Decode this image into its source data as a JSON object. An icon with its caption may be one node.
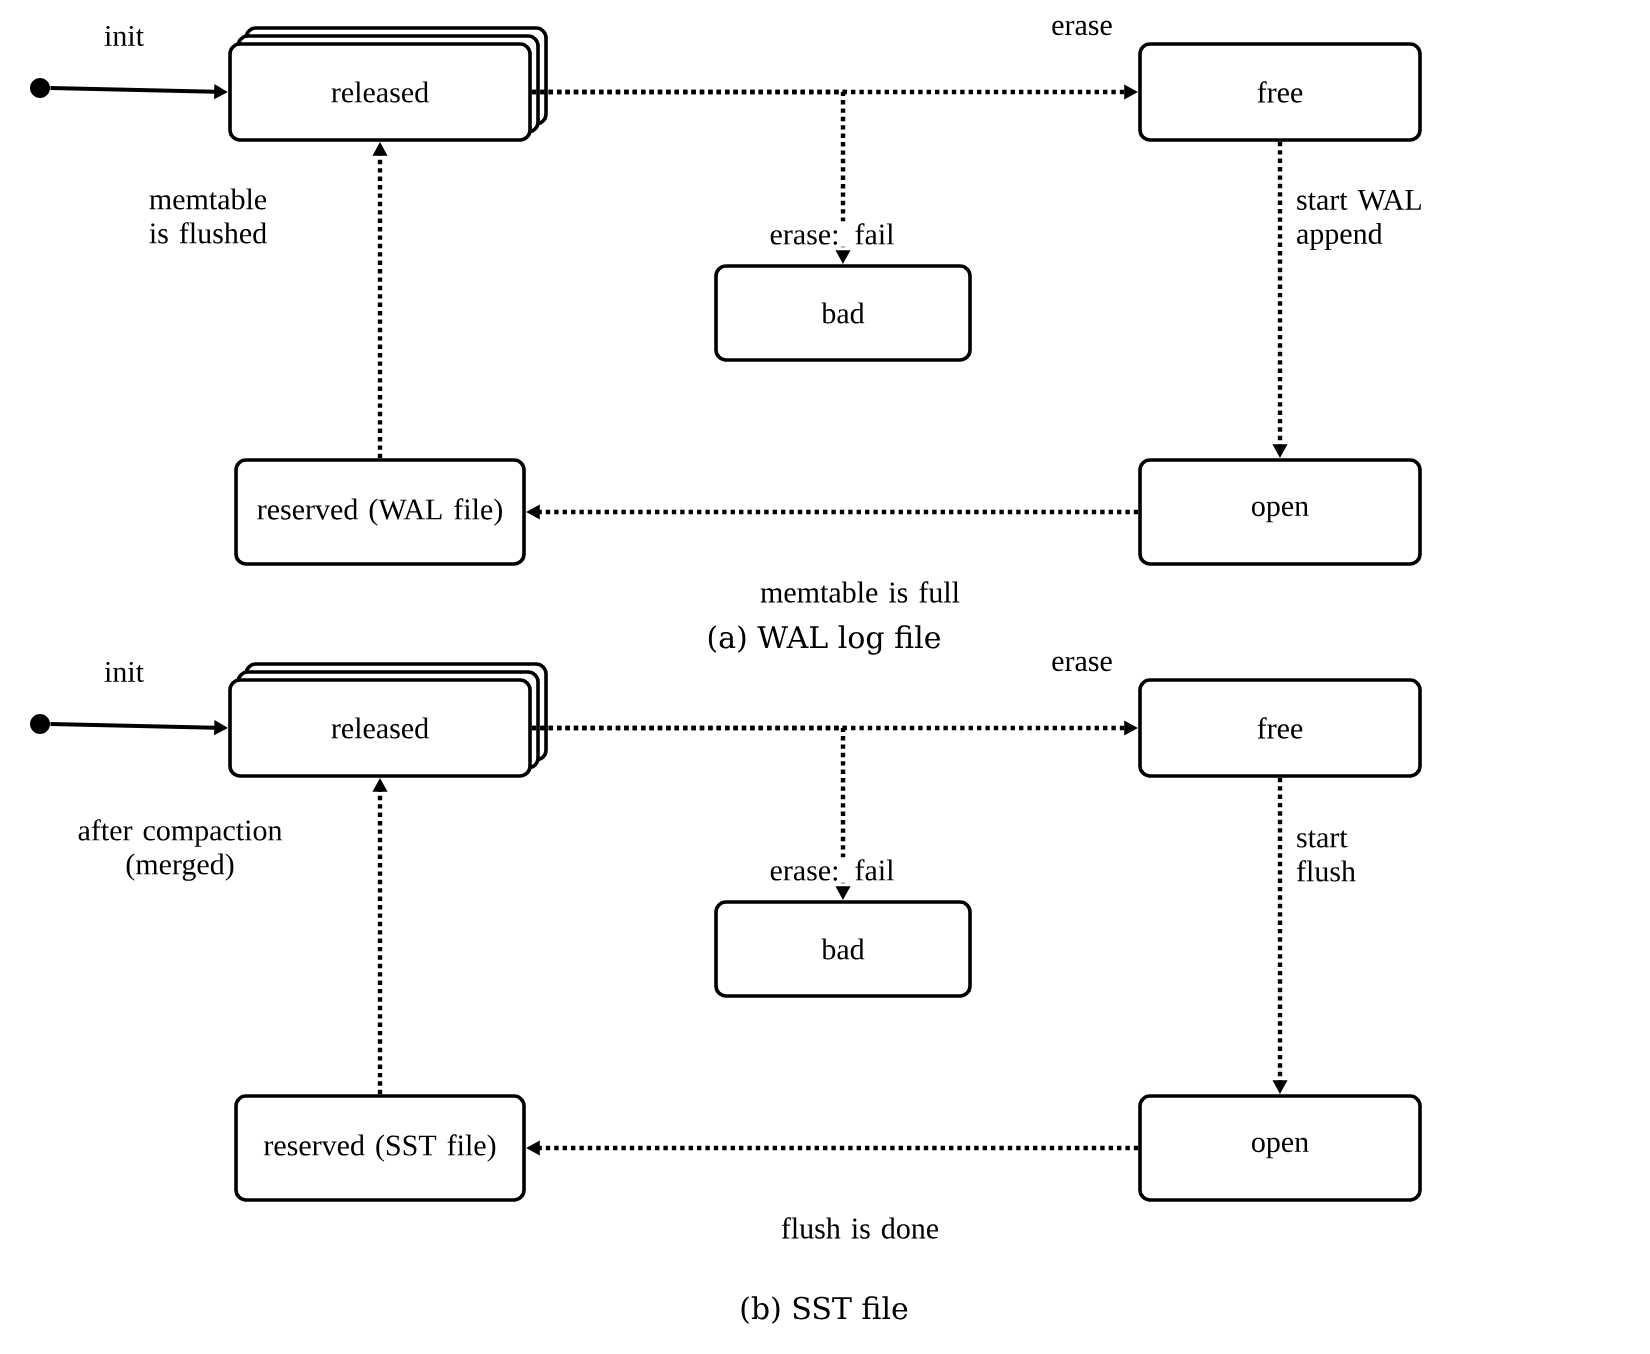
{
  "diagram": {
    "nodes": [
      {
        "text": [],
        "shape": "circle"
      },
      {
        "text": [
          "released"
        ]
      },
      {
        "text": [
          "free"
        ]
      },
      {
        "text": [
          "bad"
        ]
      },
      {
        "text": [
          "reserved (WAL file)"
        ]
      },
      {
        "text": [
          "open"
        ]
      },
      {
        "text": [],
        "shape": "circle"
      },
      {
        "text": [
          "released"
        ]
      },
      {
        "text": [
          "free"
        ]
      },
      {
        "text": [
          "bad"
        ]
      },
      {
        "text": [
          "reserved (SST file)"
        ]
      },
      {
        "text": [
          "open"
        ]
      }
    ],
    "edges": [
      {
        "from": 0,
        "to": 1,
        "arrow": "to",
        "label": "init"
      },
      {
        "from": 1,
        "to": 2,
        "arrow": "to",
        "label": "erase",
        "style": "dashed"
      },
      {
        "from": 1,
        "to": 3,
        "arrow": "to",
        "label": "erase: fail",
        "style": "dashed"
      },
      {
        "from": 2,
        "to": 5,
        "arrow": "to",
        "label": "start WAL append",
        "style": "dashed"
      },
      {
        "from": 5,
        "to": 4,
        "arrow": "to",
        "label": "memtable is full",
        "style": "dashed"
      },
      {
        "from": 4,
        "to": 1,
        "arrow": "to",
        "label": "memtable is flushed",
        "style": "dashed"
      },
      {
        "from": 6,
        "to": 7,
        "arrow": "to",
        "label": "init"
      },
      {
        "from": 7,
        "to": 8,
        "arrow": "to",
        "label": "erase",
        "style": "dashed"
      },
      {
        "from": 7,
        "to": 9,
        "arrow": "to",
        "label": "erase: fail",
        "style": "dashed"
      },
      {
        "from": 8,
        "to": 11,
        "arrow": "to",
        "label": "start flush",
        "style": "dashed"
      },
      {
        "from": 11,
        "to": 10,
        "arrow": "to",
        "label": "flush is done",
        "style": "dashed"
      },
      {
        "from": 10,
        "to": 7,
        "arrow": "to",
        "label": "after compaction (merged)",
        "style": "dashed"
      }
    ],
    "labels": [
      "(a) WAL log file",
      "(b) SST file"
    ]
  }
}
